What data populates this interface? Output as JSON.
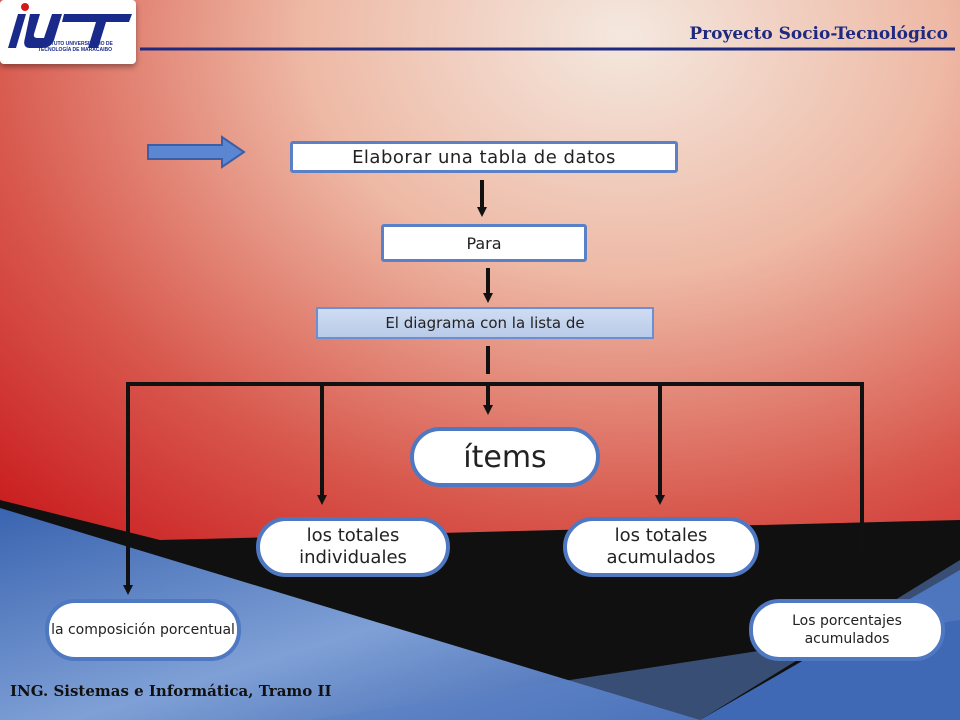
{
  "header": {
    "logo_mark": "IUT",
    "logo_subtitle_1": "INSTITUTO UNIVERSITARIO DE",
    "logo_subtitle_2": "TECNOLOGÍA DE MARACAIBO",
    "title": "Proyecto Socio-Tecnológico"
  },
  "diagram": {
    "step1": "Elaborar una tabla de datos",
    "step2": "Para",
    "step3": "El diagrama con la lista de",
    "center": "ítems",
    "left_mid": "los totales individuales",
    "right_mid": "los totales acumulados",
    "left_far": "la composición porcentual",
    "right_far": "Los porcentajes acumulados"
  },
  "footer": {
    "text": "ING. Sistemas e Informática, Tramo II"
  },
  "colors": {
    "header_text": "#1d2a80",
    "box_border": "#4f78c2",
    "connector": "#111111",
    "bg_red": "#c8171b",
    "bg_blue": "#3f69b5"
  }
}
